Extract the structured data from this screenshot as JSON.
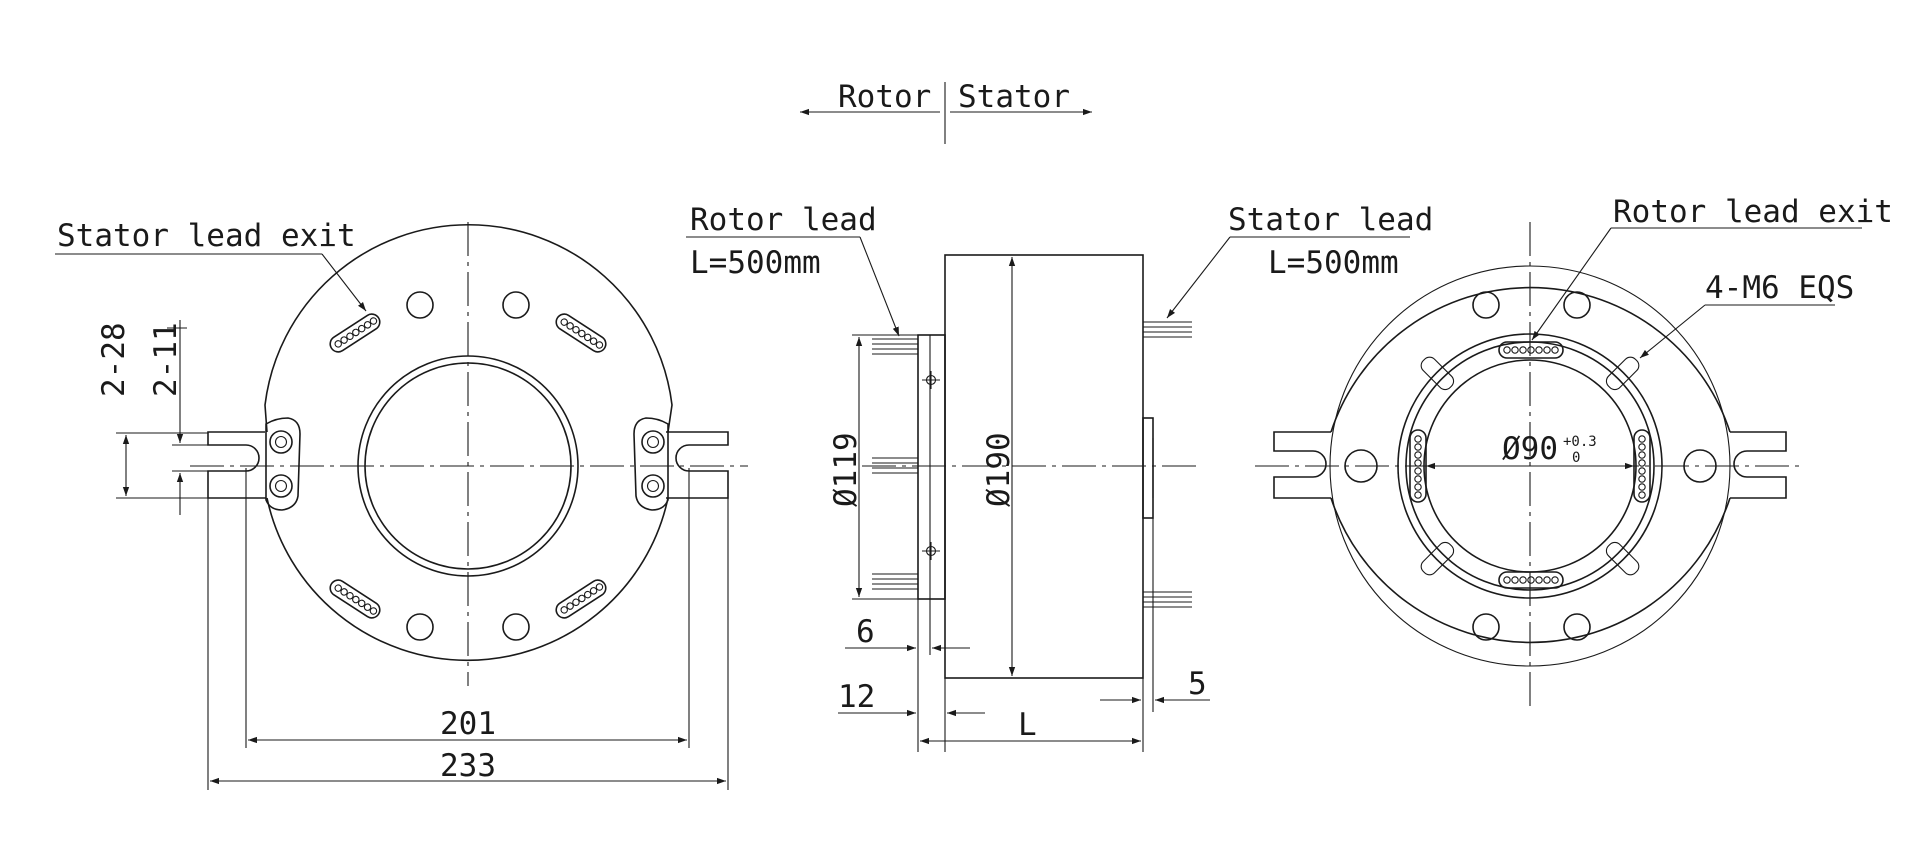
{
  "header": {
    "rotor": "Rotor",
    "stator": "Stator"
  },
  "left_view": {
    "stator_lead_exit": "Stator lead exit",
    "slot_width": "2-28",
    "slot_depth": "2-11",
    "dim_inner_span": "201",
    "dim_outer_span": "233"
  },
  "side_view": {
    "rotor_lead": "Rotor lead",
    "rotor_lead_length": "L=500mm",
    "stator_lead": "Stator lead",
    "stator_lead_length": "L=500mm",
    "dia_rotor_flange": "Ø119",
    "dia_body": "Ø190",
    "dim_flange_thickness": "6",
    "dim_rotor_offset": "12",
    "dim_stator_offset": "5",
    "dim_length": "L"
  },
  "right_view": {
    "rotor_lead_exit": "Rotor lead exit",
    "mount_holes": "4-M6 EQS",
    "bore_diameter": "Ø90",
    "tol_upper": "+0.3",
    "tol_lower": "0"
  },
  "colors": {
    "line": "#1a1a1a",
    "background": "#ffffff"
  }
}
